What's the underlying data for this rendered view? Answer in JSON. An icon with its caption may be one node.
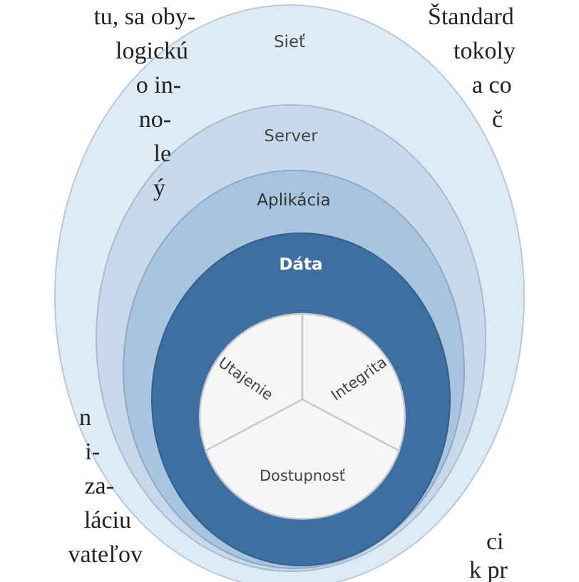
{
  "diagram": {
    "nodes": [
      {
        "text": [
          "Sieť"
        ]
      },
      {
        "text": [
          "Server"
        ],
        "in": 0
      },
      {
        "text": [
          "Aplikácia"
        ],
        "in": 1
      },
      {
        "text": [
          "Dáta"
        ],
        "in": 2
      },
      {
        "text": [
          "Utajenie"
        ],
        "in": 3
      },
      {
        "text": [
          "Integrita"
        ],
        "in": 3
      },
      {
        "text": [
          "Dostupnosť"
        ],
        "in": 3
      }
    ],
    "labels": [
      "tu, sa oby-",
      "logickú",
      "o in-",
      "no-",
      "le",
      "ý",
      "n",
      "i-",
      "za-",
      "láciu",
      "vateľov",
      "Štandard",
      "tokoly",
      "a co",
      "č",
      "ci",
      "k pr"
    ]
  }
}
